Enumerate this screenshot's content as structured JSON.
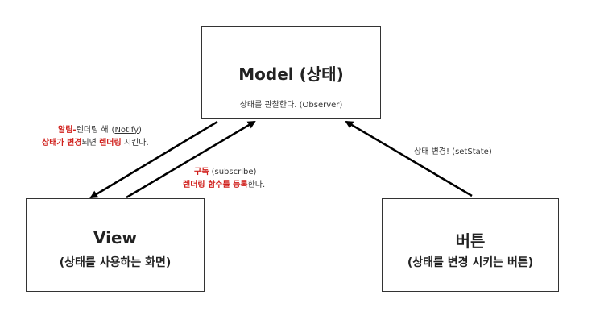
{
  "model": {
    "title": "Model (상태)",
    "subtitle": "상태를 관찰한다. (Observer)"
  },
  "view": {
    "title": "View",
    "subtitle": "(상태를 사용하는 화면)"
  },
  "button_box": {
    "title": "버튼",
    "subtitle": "(상태를 변경 시키는 버튼)"
  },
  "notify_label": {
    "line1": {
      "red1": "알림",
      "dash": "-",
      "text": "렌더링 해!(",
      "underline": "Notify",
      "end": ")"
    },
    "line2": {
      "red1": "상태가 변경",
      "mid": "되면 ",
      "red2": "렌더링",
      "end": " 시킨다."
    }
  },
  "subscribe_label": {
    "line1": {
      "red": "구독",
      "text": " (subscribe)"
    },
    "line2": {
      "red": "렌더링 함수를 등록",
      "end": "한다."
    }
  },
  "setstate_label": {
    "text": "상태 변경! (setState)"
  },
  "colors": {
    "accent_red": "#d0201c",
    "stroke": "#000000",
    "text": "#222222"
  }
}
